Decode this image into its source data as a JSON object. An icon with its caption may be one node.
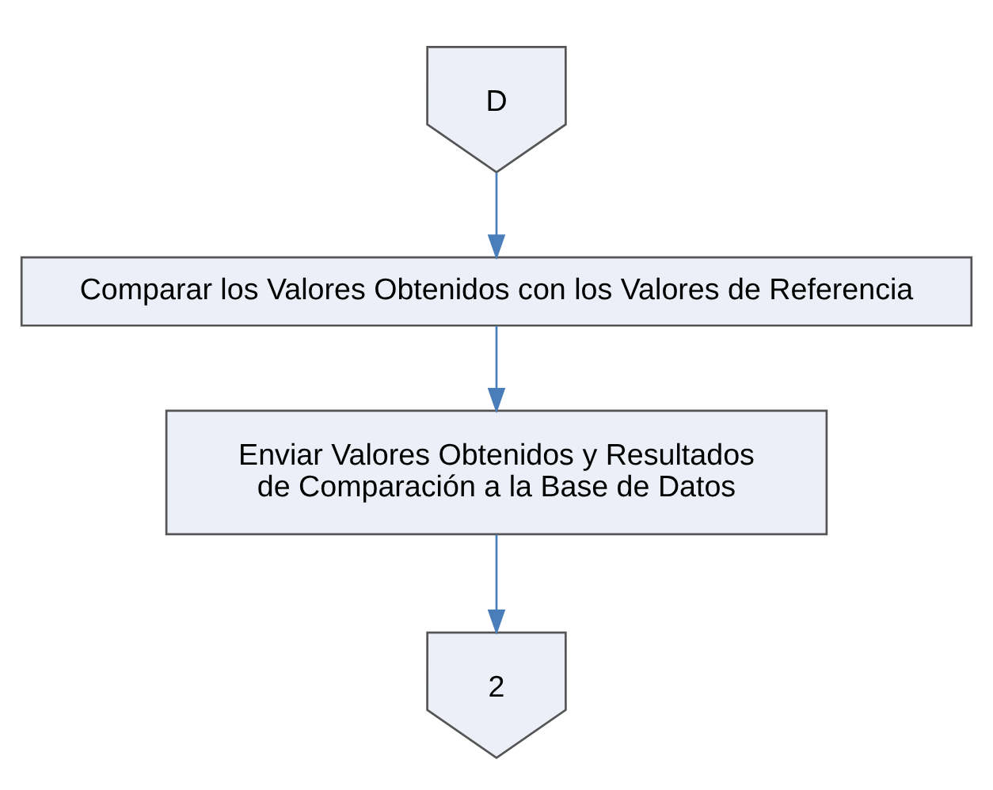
{
  "diagram": {
    "nodes": [
      {
        "text": [
          "D"
        ]
      },
      {
        "text": [
          "Comparar los Valores Obtenidos con los Valores de Referencia"
        ]
      },
      {
        "text": [
          "Enviar Valores Obtenidos y Resultados de Comparación a la Base de Datos"
        ]
      },
      {
        "text": [
          "2"
        ]
      }
    ],
    "edges": [
      {
        "from": 0,
        "to": 1,
        "arrow": "to"
      },
      {
        "from": 1,
        "to": 2,
        "arrow": "to"
      },
      {
        "from": 2,
        "to": 3,
        "arrow": "to"
      }
    ]
  }
}
